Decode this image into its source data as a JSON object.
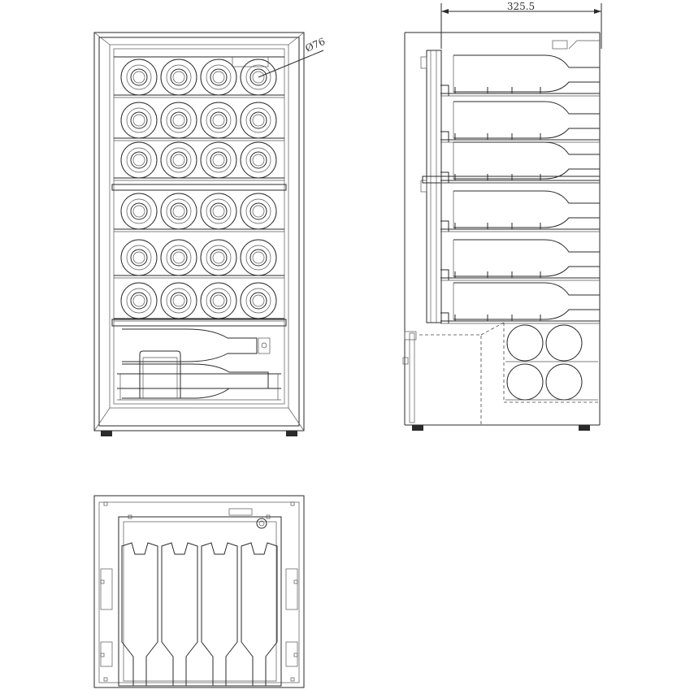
{
  "dimensions": {
    "depth_label": "325.5",
    "diameter_label": "Ø76"
  },
  "front_view": {
    "bottle_rows": 6,
    "bottles_per_row": 4,
    "bottom_lying_bottles": 2
  },
  "side_view": {
    "shelves": 6,
    "bottom_end_bottles": 4
  },
  "top_view": {
    "bottles": 4
  }
}
